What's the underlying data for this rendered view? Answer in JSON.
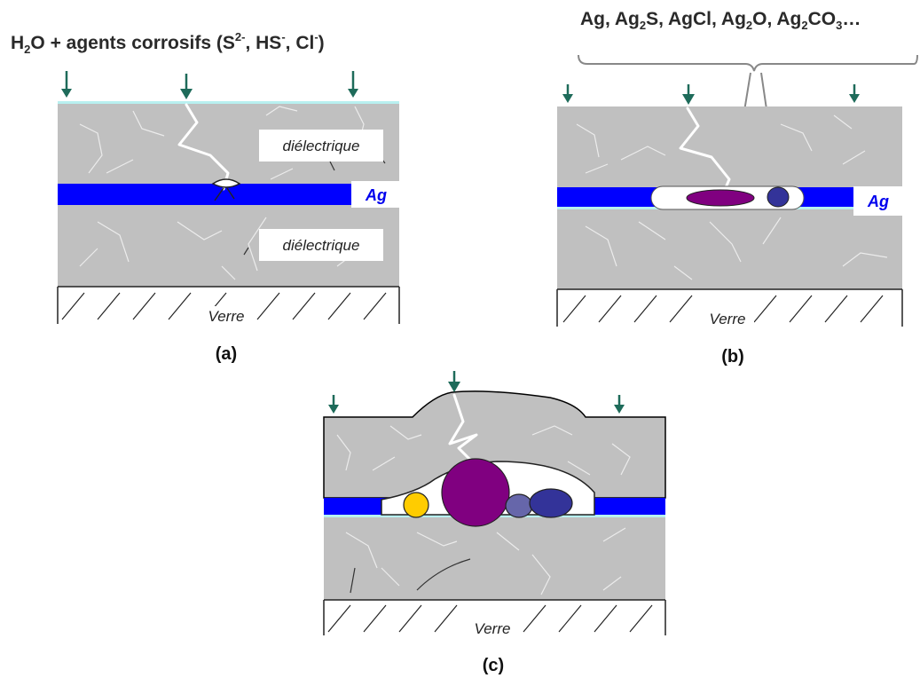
{
  "diagram": {
    "title_a": {
      "prefix": "H",
      "sub1": "2",
      "text": "O + agents corrosifs (S",
      "sup1": "2-",
      "mid1": ", HS",
      "sup2": "-",
      "mid2": ", Cl",
      "sup3": "-",
      "suffix": ")"
    },
    "title_b": {
      "t1": "Ag, Ag",
      "s1": "2",
      "t2": "S, AgCl, Ag",
      "s2": "2",
      "t3": "O, Ag",
      "s3": "2",
      "t4": "CO",
      "s4": "3",
      "t5": "…"
    },
    "labels": {
      "dielectric_top": "diélectrique",
      "dielectric_bottom": "diélectrique",
      "silver_a": "Ag",
      "silver_b": "Ag",
      "glass_a": "Verre",
      "glass_b": "Verre",
      "glass_c": "Verre"
    },
    "captions": {
      "a": "(a)",
      "b": "(b)",
      "c": "(c)"
    },
    "colors": {
      "dielectric": "#c0c0c0",
      "silver": "#0000ff",
      "interface": "#b8f0f0",
      "arrow": "#1e6b5a",
      "ag2s": "#800080",
      "agcl": "#333399",
      "ag2o": "#6666aa",
      "ag2co3": "#ffcc00"
    }
  }
}
